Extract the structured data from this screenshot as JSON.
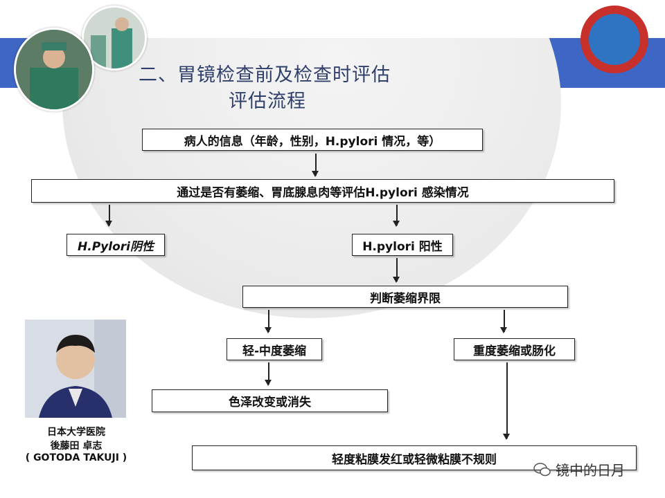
{
  "header": {
    "title": "二、胃镜检查前及检查时评估",
    "subtitle": "评估流程"
  },
  "flowchart": {
    "step1": "病人的信息（年龄，性别，H.pylori 情况，等）",
    "step2": "通过是否有萎缩、胃底腺息肉等评估H.pylori 感染情况",
    "negative": "H.Pylori阴性",
    "positive": "H.pylori 阳性",
    "judge": "判断萎缩界限",
    "mild": "轻-中度萎缩",
    "severe": "重度萎缩或肠化",
    "color_change": "色泽改变或消失",
    "final": "轻度粘膜发红或轻微粘膜不规则"
  },
  "doctor": {
    "line1": "日本大学医院",
    "line2": "後藤田 卓志",
    "line3": "( GOTODA TAKUJI )"
  },
  "watermark": {
    "icon": "wechat-icon",
    "text": "镜中的日月"
  },
  "colors": {
    "band": "#3e66c4",
    "title": "#2f3f6c",
    "logo_outer": "#c8302c",
    "logo_inner": "#2e74c2"
  }
}
